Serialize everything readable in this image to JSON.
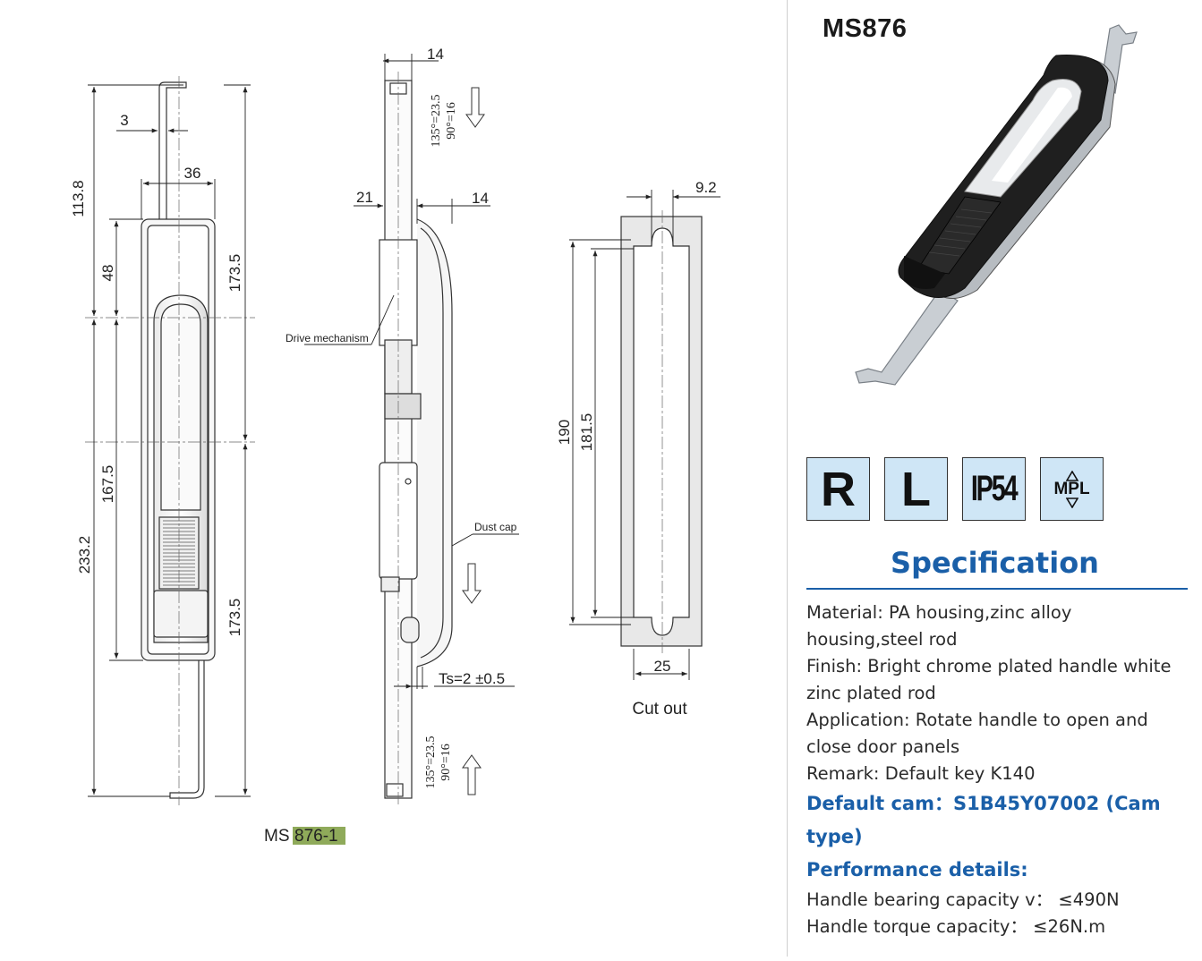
{
  "drawing": {
    "front": {
      "dims": [
        "113.8",
        "3",
        "36",
        "48",
        "173.5",
        "167.5",
        "233.2",
        "173.5"
      ],
      "caption_prefix": "MS",
      "caption_highlight": "876-1"
    },
    "side": {
      "dims": [
        "14",
        "21",
        "14",
        "Ts=2 ±0.5"
      ],
      "angle_top_1": "135°=23.5",
      "angle_top_2": "90°=16",
      "angle_bottom_1": "135°=23.5",
      "angle_bottom_2": "90°=16",
      "label_drive": "Drive mechanism",
      "label_dust": "Dust cap"
    },
    "cutout": {
      "dims": [
        "9.2",
        "190",
        "181.5",
        "25"
      ],
      "caption": "Cut out"
    }
  },
  "product": {
    "title": "MS876",
    "badges": [
      "R",
      "L",
      "IP54",
      "MPL"
    ]
  },
  "spec": {
    "title": "Specification",
    "lines": [
      "Material: PA housing,zinc alloy housing,steel rod",
      "Finish: Bright chrome plated handle white zinc plated rod",
      "Application: Rotate handle to open and close door panels",
      "Remark: Default key K140"
    ],
    "default_cam": "Default cam：S1B45Y07002 (Cam type)",
    "performance_title": "Performance details:",
    "performance": [
      "Handle bearing capacity v： ≤490N",
      "Handle torque capacity： ≤26N.m"
    ]
  },
  "colors": {
    "accent": "#1a5fa8",
    "badge_bg": "#cfe6f6",
    "highlight": "#8faa5a"
  }
}
